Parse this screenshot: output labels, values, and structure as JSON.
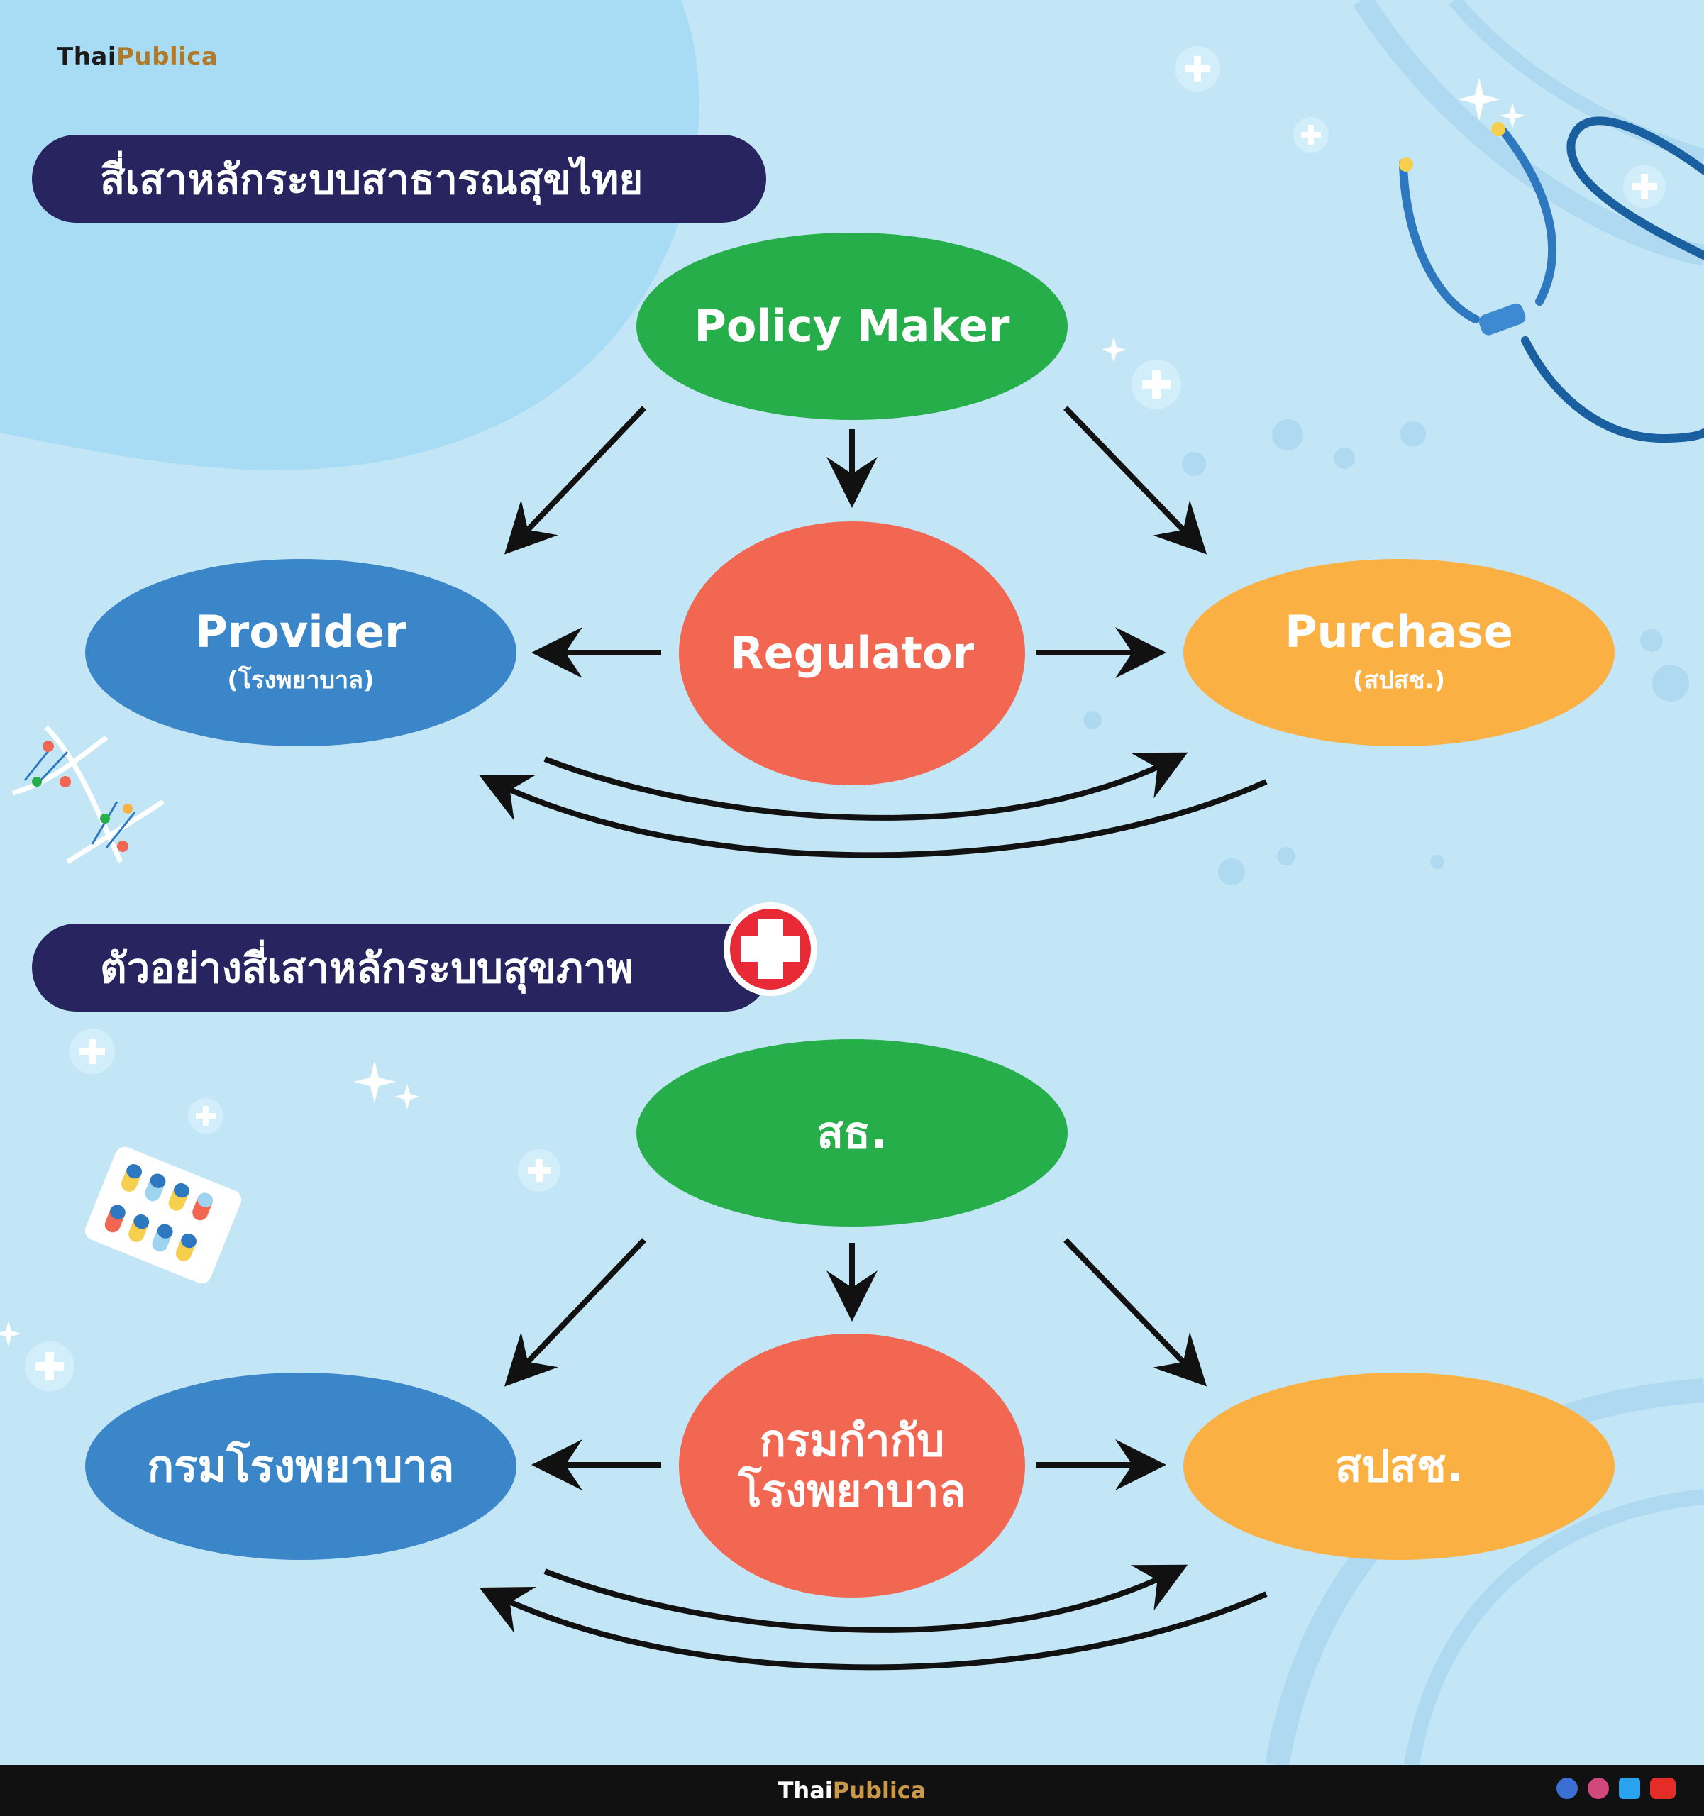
{
  "brand": {
    "part1": "Thai",
    "part2": "Publica"
  },
  "section1": {
    "title": "สี่เสาหลักระบบสาธารณสุขไทย",
    "nodes": {
      "top": {
        "label": "Policy Maker"
      },
      "left": {
        "label": "Provider",
        "sub": "(โรงพยาบาล)"
      },
      "center": {
        "label": "Regulator"
      },
      "right": {
        "label": "Purchase",
        "sub": "(สปสช.)"
      }
    }
  },
  "section2": {
    "title": "ตัวอย่างสี่เสาหลักระบบสุขภาพ",
    "nodes": {
      "top": {
        "label": "สธ."
      },
      "left": {
        "label": "กรมโรงพยาบาล"
      },
      "center": {
        "label": "กรมกำกับ\nโรงพยาบาล"
      },
      "right": {
        "label": "สปสช."
      }
    }
  },
  "footer": {
    "brand_part1": "Thai",
    "brand_part2": "Publica"
  },
  "colors": {
    "background": "#c3e6f6",
    "banner": "#27245f",
    "policy": "#26ae4b",
    "provider": "#3a86c8",
    "regulator": "#f16752",
    "purchase": "#fab043"
  },
  "social_icons": [
    "facebook-icon",
    "instagram-icon",
    "twitter-icon",
    "youtube-icon"
  ]
}
